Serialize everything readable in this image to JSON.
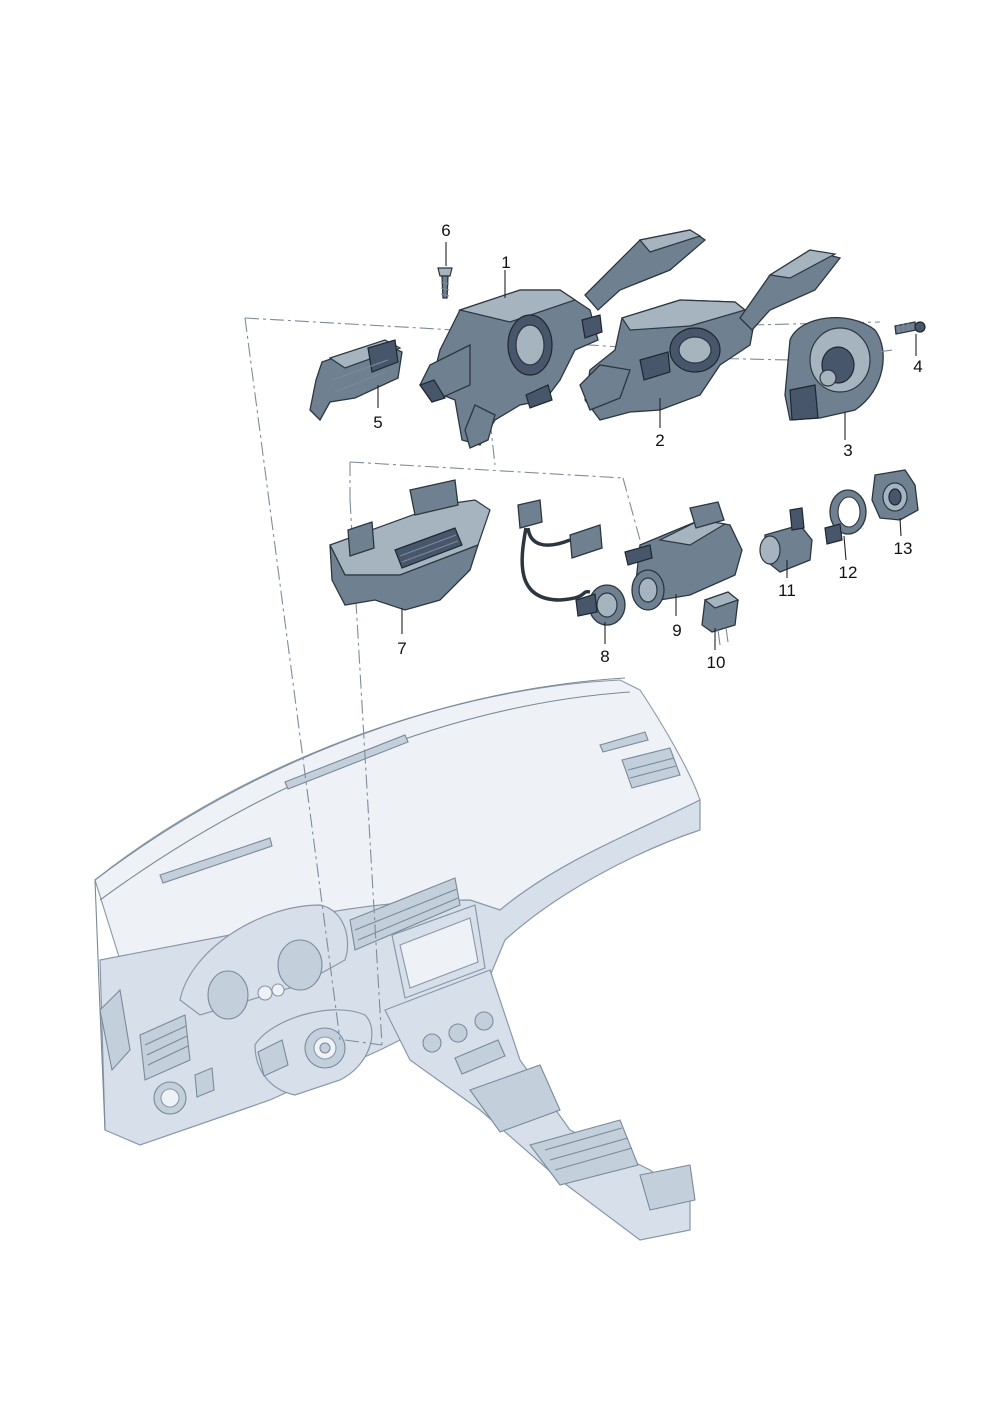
{
  "labels": {
    "p1": "1",
    "p2": "2",
    "p3": "3",
    "p4": "4",
    "p5": "5",
    "p6": "6",
    "p7": "7",
    "p8": "8",
    "p9": "9",
    "p10": "10",
    "p11": "11",
    "p12": "12",
    "p13": "13"
  },
  "colors": {
    "part_fill": "#6f8191",
    "part_light": "#a6b4c0",
    "dashboard_fill": "#d7e0ea",
    "leader": "#222222"
  }
}
